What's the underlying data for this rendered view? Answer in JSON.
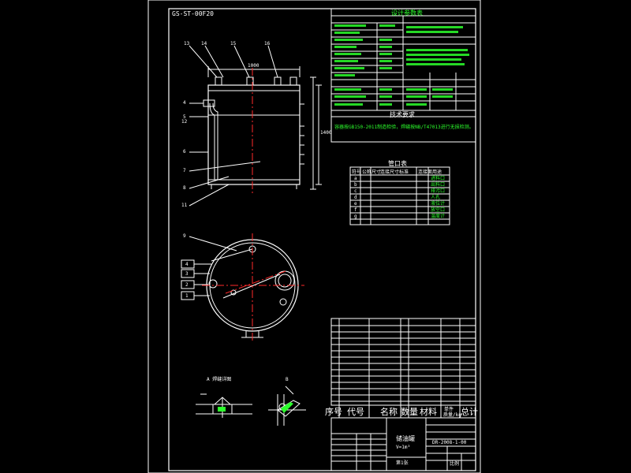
{
  "drawing": {
    "title_box": "GS-ST-00F20",
    "design_table_title": "设计参数表",
    "tech_req_title": "技术要求",
    "tech_req_text": "容器按GB150-2011制造检验，焊缝按NB/T47013进行无损检测。",
    "nozzle_table_title": "管口表",
    "nozzle_headers": [
      "符号",
      "公称尺寸",
      "连接尺寸标准",
      "连接面",
      "用途"
    ],
    "nozzle_marks": [
      "a",
      "b",
      "c",
      "d",
      "e",
      "f",
      "g"
    ],
    "nozzle_uses": [
      "进料口",
      "出料口",
      "排污口",
      "人孔",
      "液位计",
      "放空口",
      "温度计"
    ],
    "bom_headers": [
      "序号",
      "代号",
      "名称",
      "数量",
      "材料",
      "单件",
      "总计"
    ],
    "bom_totals_label": "质量/kg",
    "vessel_name": "储油罐",
    "vessel_sub": "V=1m³",
    "drawing_no": "DR-2008-1-00",
    "scale_label": "比例",
    "sheet_label": "第1张",
    "detail_a_label": "A 焊缝详图",
    "detail_b_label": "B",
    "dim_width": "1000",
    "dim_height": "1400",
    "part_marks_left": [
      "4",
      "5",
      "6",
      "7",
      "8",
      "11",
      "12"
    ],
    "top_marks": [
      "13",
      "14",
      "15",
      "16"
    ],
    "plan_marks": [
      "9",
      "4",
      "3",
      "2",
      "1"
    ]
  },
  "colors": {
    "line": "#ffffff",
    "center": "#ff2a2a",
    "text": "#2cff2c",
    "dim": "#ffffff"
  }
}
